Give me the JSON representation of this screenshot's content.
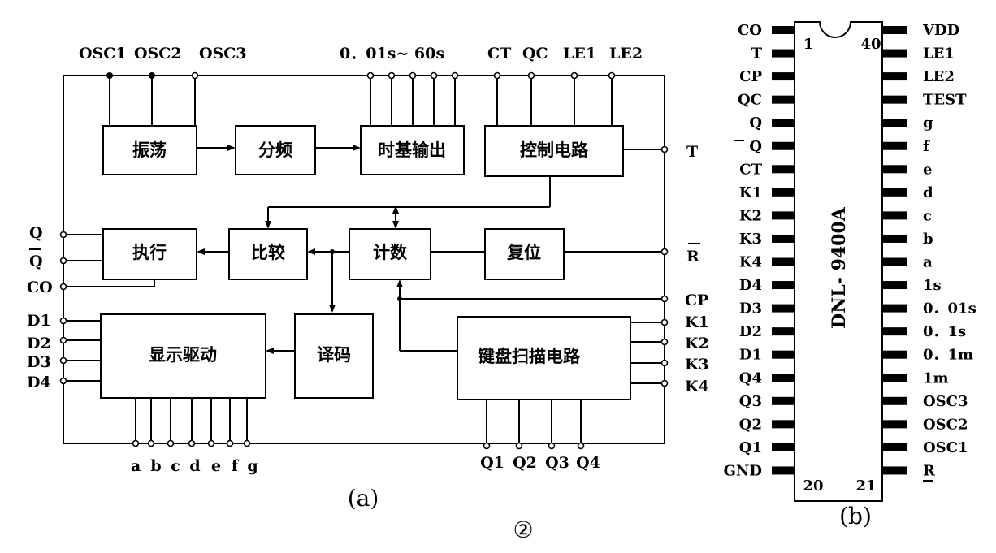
{
  "figure_a": {
    "top_labels": {
      "osc1": "OSC1",
      "osc2": "OSC2",
      "osc3": "OSC3",
      "timebase": "0．01s~ 60s",
      "ct": "CT",
      "qc": "QC",
      "le1": "LE1",
      "le2": "LE2"
    },
    "blocks": {
      "oscillator": "振荡",
      "divider": "分频",
      "timebase_out": "时基输出",
      "control": "控制电路",
      "execute": "执行",
      "compare": "比较",
      "count": "计数",
      "reset": "复位",
      "display_drive": "显示驱动",
      "decode": "译码",
      "keyboard_scan": "键盘扫描电路"
    },
    "left_labels": {
      "q": "Q",
      "qbar": "Q",
      "co": "CO",
      "d1": "D1",
      "d2": "D2",
      "d3": "D3",
      "d4": "D4"
    },
    "right_labels": {
      "t": "T",
      "r": "R",
      "cp": "CP",
      "k1": "K1",
      "k2": "K2",
      "k3": "K3",
      "k4": "K4"
    },
    "bottom_labels": {
      "segments": [
        "a",
        "b",
        "c",
        "d",
        "e",
        "f",
        "g"
      ],
      "q_outputs": [
        "Q1",
        "Q2",
        "Q3",
        "Q4"
      ]
    },
    "caption": "(a)"
  },
  "figure_b": {
    "chip_name": "DNL- 9400A",
    "pin1": "1",
    "pin40": "40",
    "pin20": "20",
    "pin21": "21",
    "left_pins": [
      "CO",
      "T",
      "CP",
      "QC",
      "Q",
      "Q",
      "CT",
      "K1",
      "K2",
      "K3",
      "K4",
      "D4",
      "D3",
      "D2",
      "D1",
      "Q4",
      "Q3",
      "Q2",
      "Q1",
      "GND"
    ],
    "right_pins": [
      "VDD",
      "LE1",
      "LE2",
      "TEST",
      "g",
      "f",
      "e",
      "d",
      "c",
      "b",
      "a",
      "1s",
      "0．01s",
      "0．1s",
      "0．1m",
      "1m",
      "OSC3",
      "OSC2",
      "OSC1",
      "R"
    ],
    "caption": "(b)"
  },
  "figure_number": "②"
}
